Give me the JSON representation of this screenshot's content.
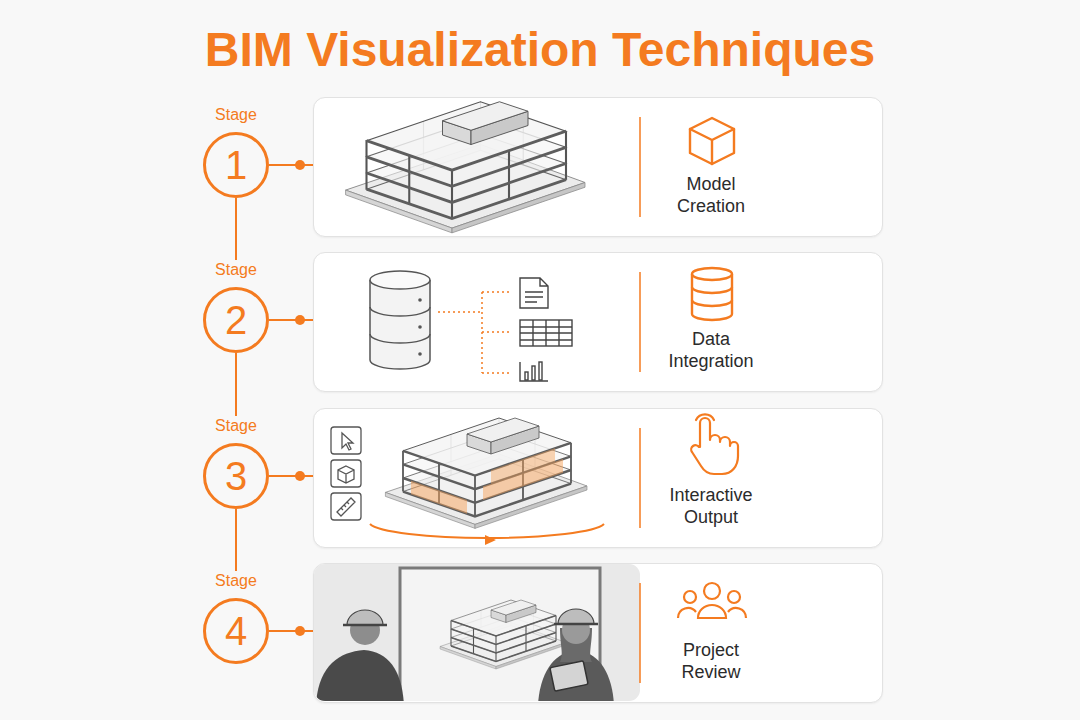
{
  "diagram": {
    "title": "BIM Visualization Techniques",
    "nodes": [
      {
        "text": [
          "Stage",
          "1"
        ]
      },
      {
        "text": [
          "Model Creation"
        ]
      },
      {
        "text": [
          "Stage",
          "2"
        ]
      },
      {
        "text": [
          "Data Integration"
        ]
      },
      {
        "text": [
          "Stage",
          "3"
        ]
      },
      {
        "text": [
          "Interactive Output"
        ]
      },
      {
        "text": [
          "Stage",
          "4"
        ]
      },
      {
        "text": [
          "Project Review"
        ]
      }
    ],
    "edges": [
      {
        "from": 0,
        "to": 1,
        "arrow": "none"
      },
      {
        "from": 0,
        "to": 2,
        "arrow": "none"
      },
      {
        "from": 2,
        "to": 3,
        "arrow": "none"
      },
      {
        "from": 2,
        "to": 4,
        "arrow": "none"
      },
      {
        "from": 4,
        "to": 5,
        "arrow": "none"
      },
      {
        "from": 4,
        "to": 6,
        "arrow": "none"
      },
      {
        "from": 6,
        "to": 7,
        "arrow": "none"
      }
    ]
  }
}
